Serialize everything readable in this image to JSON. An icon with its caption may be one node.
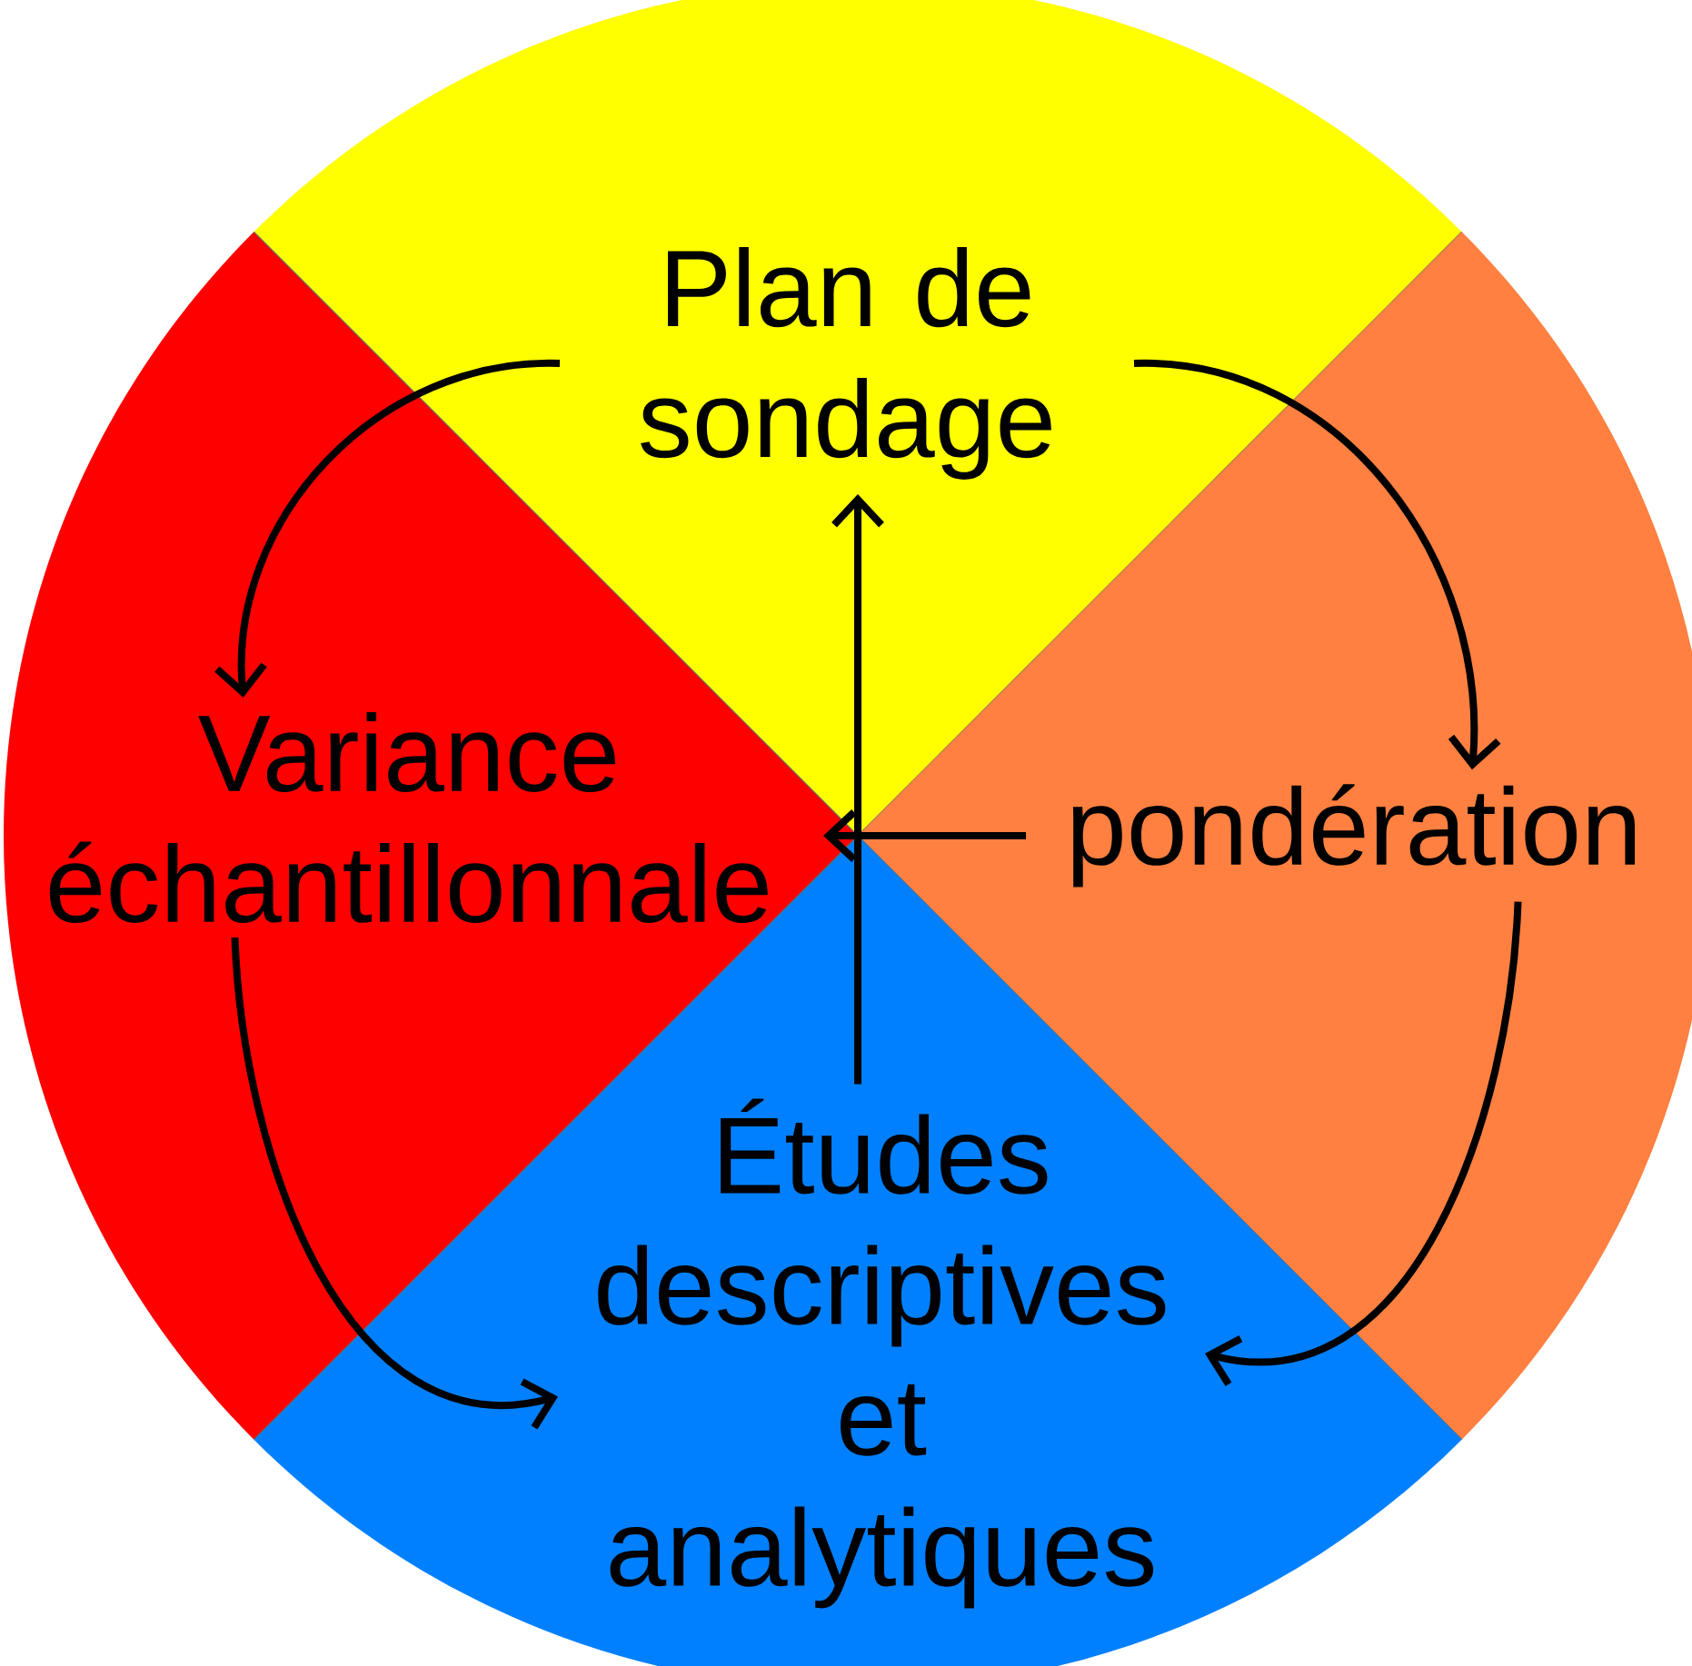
{
  "diagram": {
    "nodes": [
      {
        "text": [
          "Plan de sondage"
        ]
      },
      {
        "text": [
          "Variance échantillonnale"
        ]
      },
      {
        "text": [
          "pondération"
        ]
      },
      {
        "text": [
          "Études descriptives et analytiques"
        ]
      }
    ],
    "edges": [
      {
        "from": 0,
        "to": 1,
        "arrow": "to"
      },
      {
        "from": 0,
        "to": 2,
        "arrow": "to"
      },
      {
        "from": 1,
        "to": 3,
        "arrow": "to"
      },
      {
        "from": 2,
        "to": 3,
        "arrow": "to"
      },
      {
        "from": 3,
        "to": 0,
        "arrow": "to"
      },
      {
        "from": 2,
        "to": 1,
        "arrow": "to"
      }
    ]
  }
}
